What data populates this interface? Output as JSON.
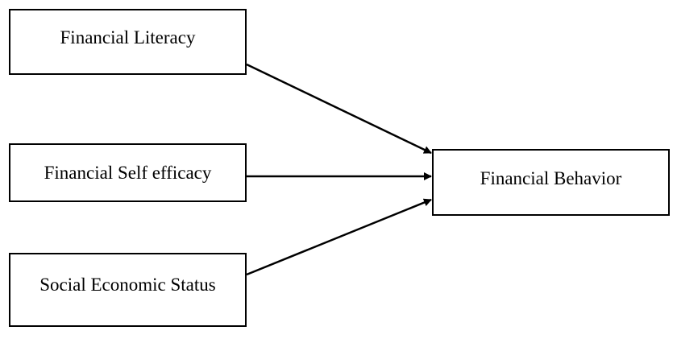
{
  "diagram": {
    "nodes": {
      "financial_literacy": "Financial Literacy",
      "financial_self_efficacy": "Financial Self efficacy",
      "social_economic_status": "Social Economic Status",
      "financial_behavior": "Financial Behavior"
    },
    "edges": [
      {
        "from": "financial_literacy",
        "to": "financial_behavior"
      },
      {
        "from": "financial_self_efficacy",
        "to": "financial_behavior"
      },
      {
        "from": "social_economic_status",
        "to": "financial_behavior"
      }
    ],
    "colors": {
      "stroke": "#000000",
      "background": "#ffffff"
    }
  }
}
